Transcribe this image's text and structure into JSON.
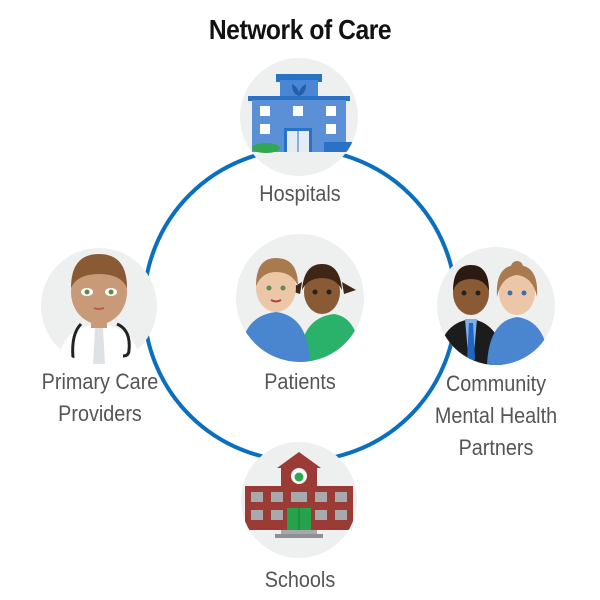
{
  "title": "Network of Care",
  "colors": {
    "ring": "#0a6fbf",
    "bubble": "#eeefef",
    "label": "#555555",
    "title": "#111111"
  },
  "nodes": {
    "hospitals": {
      "label": "Hospitals",
      "icon": "hospital-building-icon"
    },
    "primary_care": {
      "label_line1": "Primary Care",
      "label_line2": "Providers",
      "icon": "doctor-with-stethoscope-icon"
    },
    "patients": {
      "label": "Patients",
      "icon": "two-children-icon"
    },
    "community": {
      "label_line1": "Community",
      "label_line2": "Mental Health",
      "label_line3": "Partners",
      "icon": "two-adults-icon"
    },
    "schools": {
      "label": "Schools",
      "icon": "school-building-icon"
    }
  }
}
